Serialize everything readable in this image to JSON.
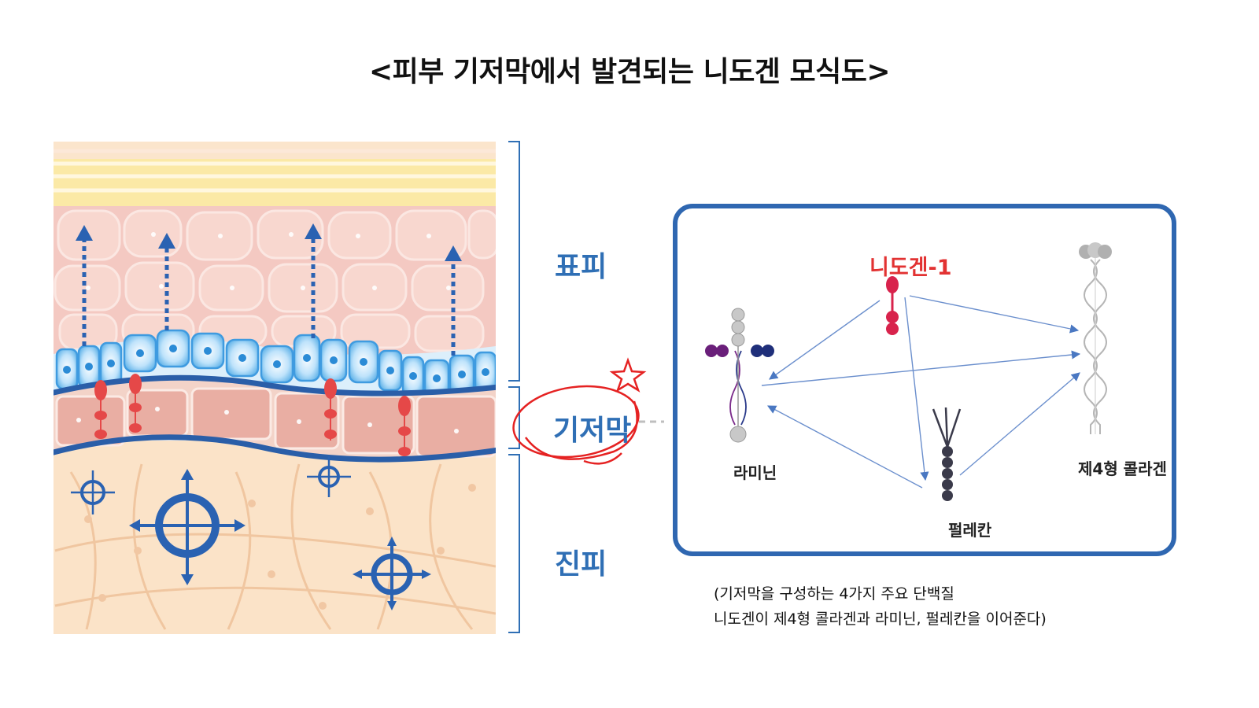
{
  "title": "<피부 기저막에서 발견되는 니도겐 모식도>",
  "layers": {
    "epidermis": "표피",
    "basement_membrane": "기저막",
    "dermis": "진피"
  },
  "molecules": {
    "nidogen": "니도겐-1",
    "laminin": "라미닌",
    "collagen": "제4형 콜라겐",
    "perlecan": "펄레칸"
  },
  "caption": {
    "line1": "(기저막을 구성하는 4가지 주요 단백질",
    "line2": "니도겐이 제4형 콜라겐과 라미닌, 펄레칸을 이어준다)"
  },
  "colors": {
    "accent_blue": "#2f6fb5",
    "box_blue": "#2f67b1",
    "red": "#e23232",
    "nidogen_pink": "#d8234c"
  }
}
